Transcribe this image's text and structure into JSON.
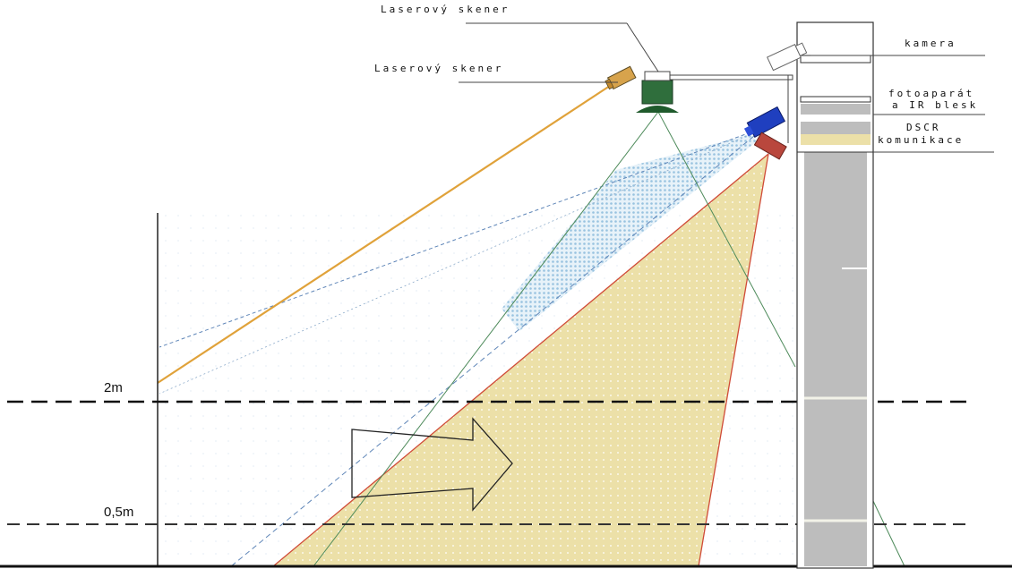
{
  "labels": {
    "laser_scanner_top": "Laserový skener",
    "laser_scanner": "Laserový skener",
    "camera": "kamera",
    "photo_line1": "fotoaparát",
    "photo_line2": "a IR blesk",
    "dsrc_line1": "DSCR",
    "dsrc_line2": "komunikace"
  },
  "heights": {
    "high": "2m",
    "low": "0,5m"
  },
  "colors": {
    "background": "#ffffff",
    "cream_zone": "#ece0a8",
    "blue_zone": "#a9cde6",
    "pole": "#bdbdbd",
    "laser_beam": "#e0a23a",
    "scanner": "#2f6e3c",
    "camera_blue": "#1f3fbf",
    "dsrc_red": "#b9473d",
    "red_line": "#d04b38",
    "green_line": "#4d8a5a",
    "blue_dash": "#5f86b8"
  },
  "icons": [
    "laser-emitter-icon",
    "laser-scanner-icon",
    "camera-icon",
    "photo-camera-icon",
    "dsrc-unit-icon",
    "direction-arrow-icon"
  ]
}
